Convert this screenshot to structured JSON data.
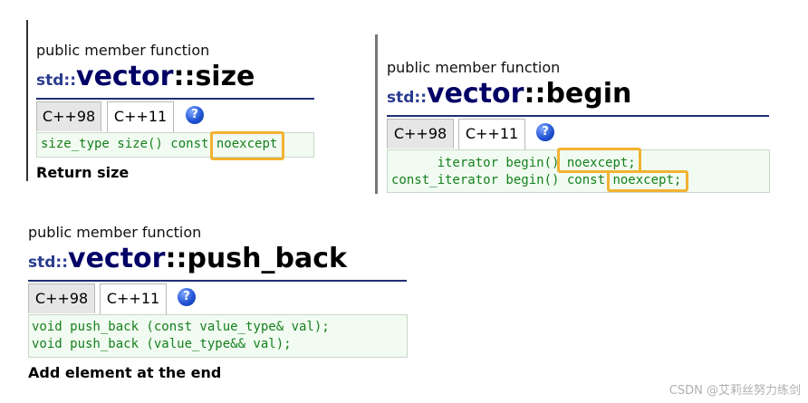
{
  "size_panel": {
    "kicker": "public member function",
    "ns": "std::",
    "class_name": "vector",
    "member": "::size",
    "tabs": [
      "C++98",
      "C++11"
    ],
    "help": "?",
    "code_lines": [
      "size_type size() const noexcept"
    ],
    "code_prefix": "size_type size() const ",
    "code_highlight": "noexcept",
    "description": "Return size"
  },
  "begin_panel": {
    "kicker": "public member function",
    "ns": "std::",
    "class_name": "vector",
    "member": "::begin",
    "tabs": [
      "C++98",
      "C++11"
    ],
    "help": "?",
    "line1_prefix": "      iterator begin() ",
    "line1_highlight": "noexcept;",
    "line2_prefix": "const_iterator begin() const ",
    "line2_highlight": "noexcept;"
  },
  "push_back_panel": {
    "kicker": "public member function",
    "ns": "std::",
    "class_name": "vector",
    "member": "::push_back",
    "tabs": [
      "C++98",
      "C++11"
    ],
    "help": "?",
    "code_line1": "void push_back (const value_type& val);",
    "code_line2": "void push_back (value_type&& val);",
    "description": "Add element at the end"
  },
  "watermark": "CSDN @艾莉丝努力练剑"
}
